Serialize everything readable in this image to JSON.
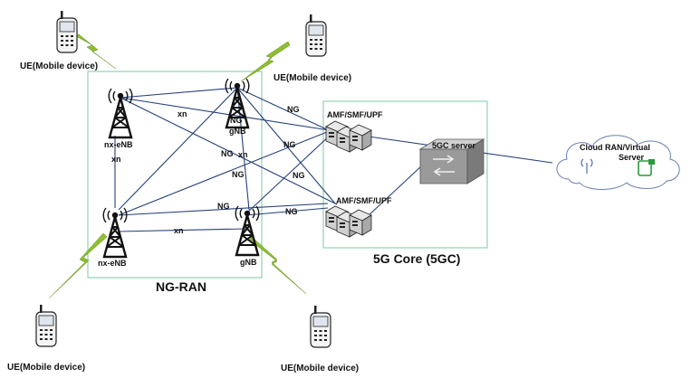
{
  "labels": {
    "ue": "UE(Mobile device)",
    "nx_enb": "nx-eNB",
    "gnb": "gNB",
    "xn": "xn",
    "ng": "NG",
    "amf": "AMF/SMF/UPF",
    "server_5gc": "5GC server",
    "cloud_line1": "Cloud RAN/Virtual",
    "cloud_line2": "Server",
    "core_title": "5G Core (5GC)",
    "ran_title": "NG-RAN"
  },
  "colors": {
    "link": "#24407a",
    "lightning": "#8fbf2f",
    "region_border": "#7ec8a0",
    "tower": "#111111",
    "server_box": "#9a9a9a",
    "cloud_icon": "#2a9a3a"
  },
  "icons": {
    "phone": "mobile-phone-icon",
    "tower": "cell-tower-icon",
    "server": "server-stack-icon",
    "switch": "network-switch-icon",
    "cloud": "cloud-icon"
  }
}
